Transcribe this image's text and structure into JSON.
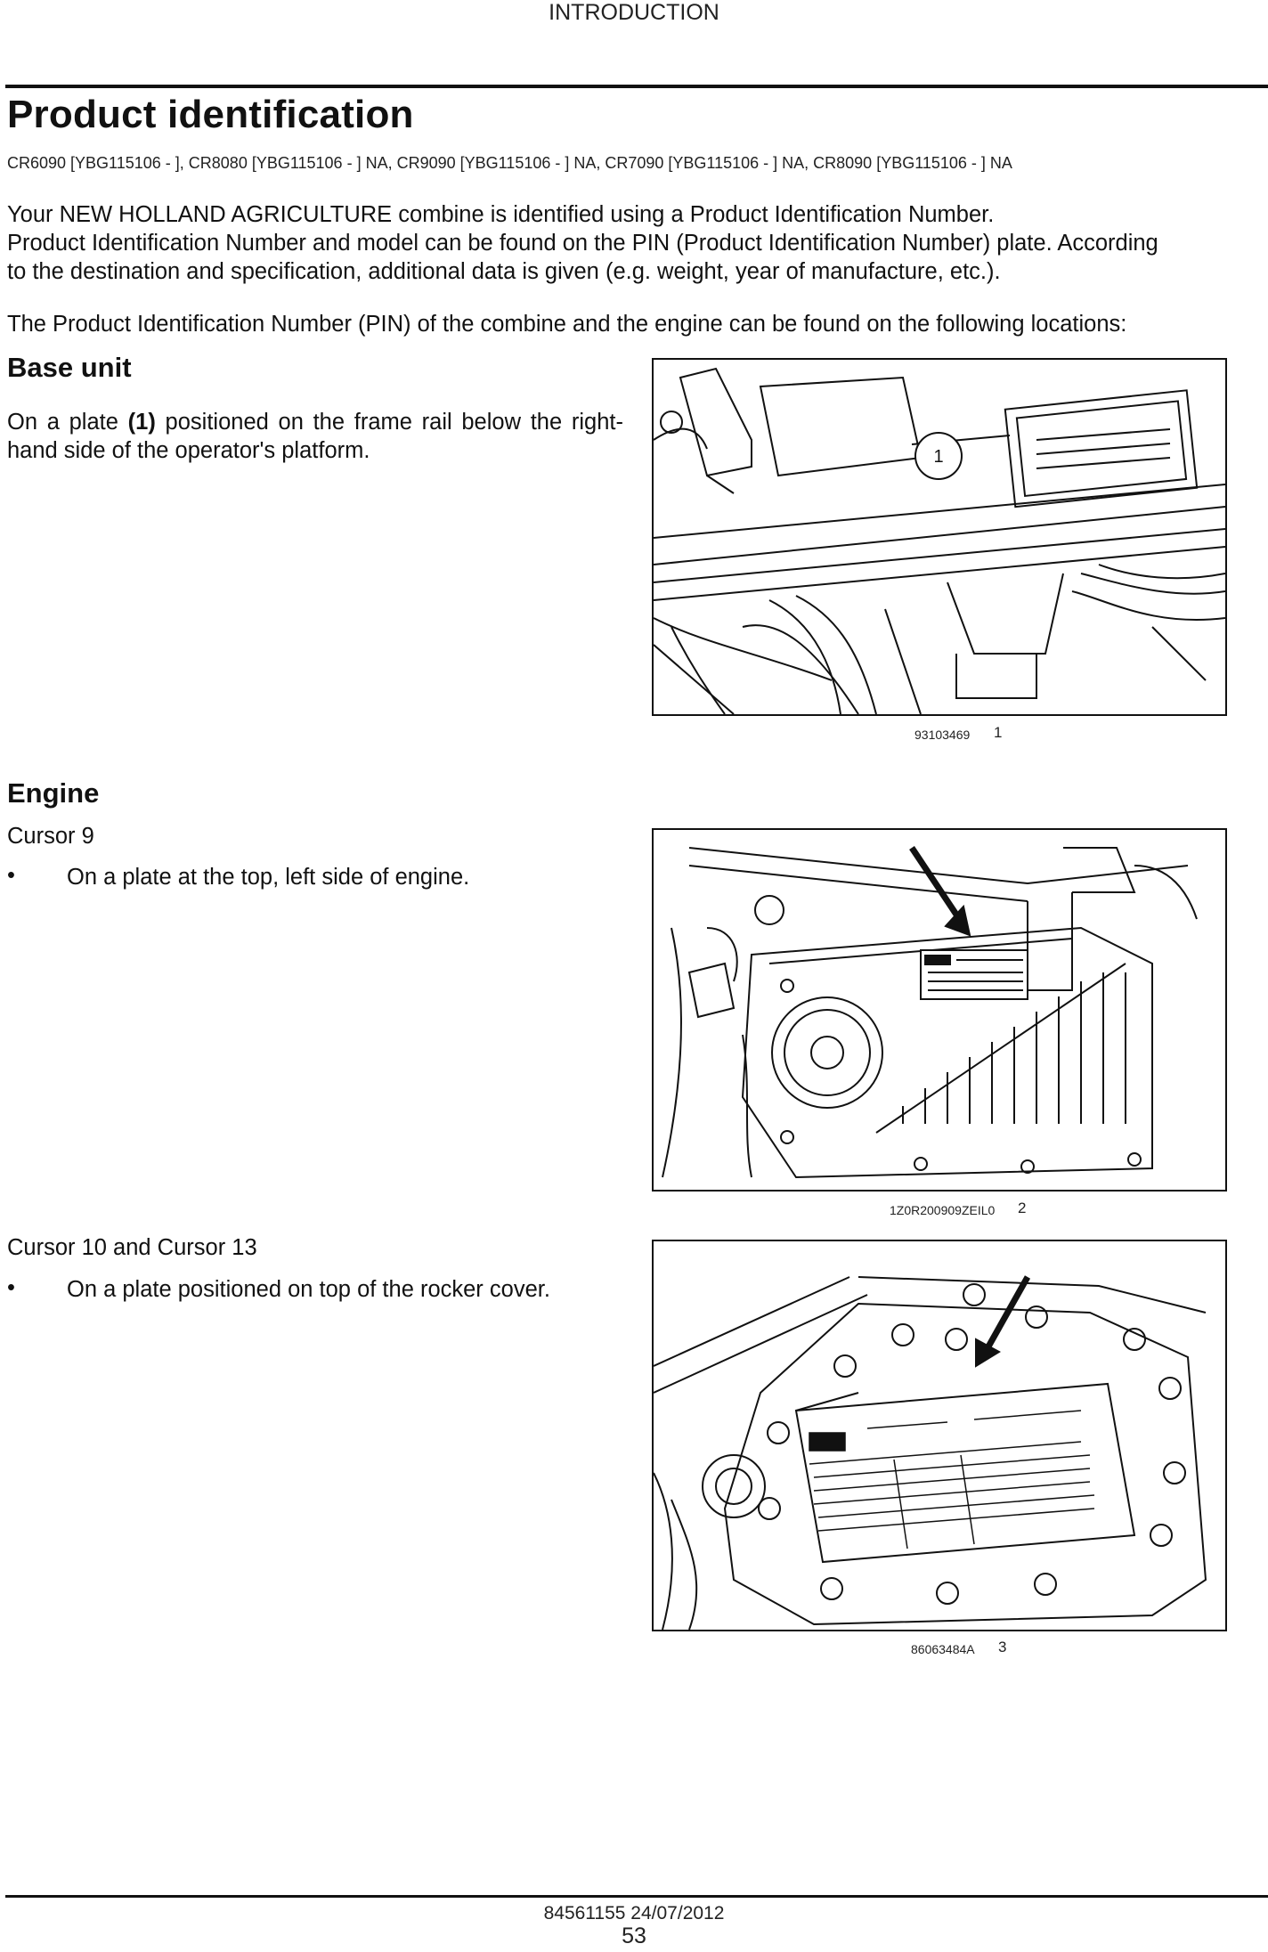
{
  "header": {
    "section": "INTRODUCTION"
  },
  "title": "Product identification",
  "models": "CR6090 [YBG115106 - ], CR8080 [YBG115106 - ] NA, CR9090 [YBG115106 - ] NA, CR7090 [YBG115106 - ] NA, CR8090 [YBG115106 - ] NA",
  "intro": {
    "line1": "Your NEW HOLLAND AGRICULTURE combine is identified using a Product Identification Number.",
    "line2": "Product Identification Number and model can be found on the PIN (Product Identification Number) plate. According",
    "line3": "to the destination and specification, additional data is given (e.g. weight, year of manufacture, etc.).",
    "locations": "The Product Identification Number (PIN) of the combine and the engine can be found on the following locations:"
  },
  "base_unit": {
    "heading": "Base unit",
    "text_a": "On a plate",
    "text_bold": "(1)",
    "text_b": "positioned on the frame rail below the right-hand side of the operator's platform.",
    "callout": "1",
    "figure": {
      "code": "93103469",
      "number": "1"
    }
  },
  "engine": {
    "heading": "Engine",
    "cursor9": {
      "label": "Cursor 9",
      "bullet": "On a plate at the top, left side of engine.",
      "figure": {
        "code": "1Z0R200909ZEIL0",
        "number": "2"
      }
    },
    "cursor10_13": {
      "label": "Cursor 10 and Cursor 13",
      "bullet": "On a plate positioned on top of the rocker cover.",
      "figure": {
        "code": "86063484A",
        "number": "3"
      }
    }
  },
  "footer": {
    "doc": "84561155 24/07/2012",
    "page": "53"
  }
}
